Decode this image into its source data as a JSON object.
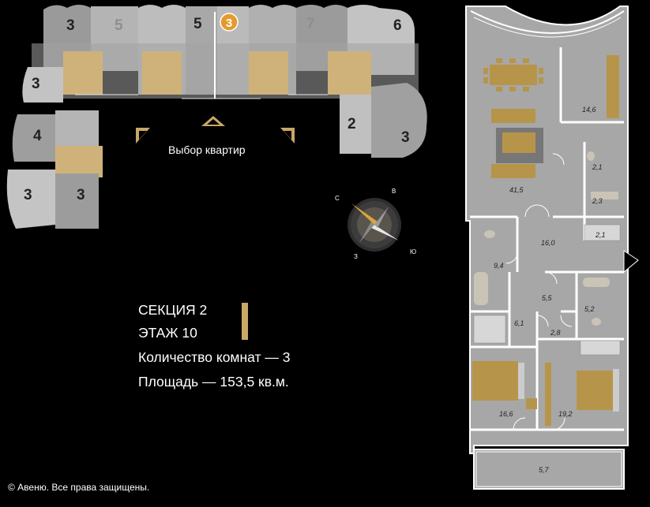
{
  "colors": {
    "background": "#000000",
    "floor_plan_grey": "#a7a7a7",
    "selected_section": "#e69a2c",
    "furniture_gold": "#b6954a",
    "accent_bar": "#c8a769"
  },
  "building_plan": {
    "section_badge": "3",
    "apartment_counts": [
      "3",
      "5",
      "5",
      "7",
      "6",
      "3",
      "2",
      "3",
      "4",
      "3",
      "3"
    ]
  },
  "navigation": {
    "choose_apartments_label": "Выбор квартир",
    "arrow_icons": [
      "arrow-left-icon",
      "arrow-up-icon",
      "arrow-right-icon"
    ]
  },
  "compass": {
    "north": "С",
    "east": "В",
    "south": "Ю",
    "west": "З"
  },
  "info": {
    "section": "СЕКЦИЯ 2",
    "floor": "ЭТАЖ 10",
    "rooms": "Количество комнат — 3",
    "area": "Площадь — 153,5 кв.м."
  },
  "apartment_plan": {
    "room_areas": [
      "14,6",
      "41,5",
      "2,1",
      "2,3",
      "2,1",
      "16,0",
      "9,4",
      "5,5",
      "5,2",
      "6,1",
      "2,8",
      "16,6",
      "19,2",
      "5,7"
    ]
  },
  "footer": {
    "copyright": "© Авеню. Все права защищены."
  }
}
